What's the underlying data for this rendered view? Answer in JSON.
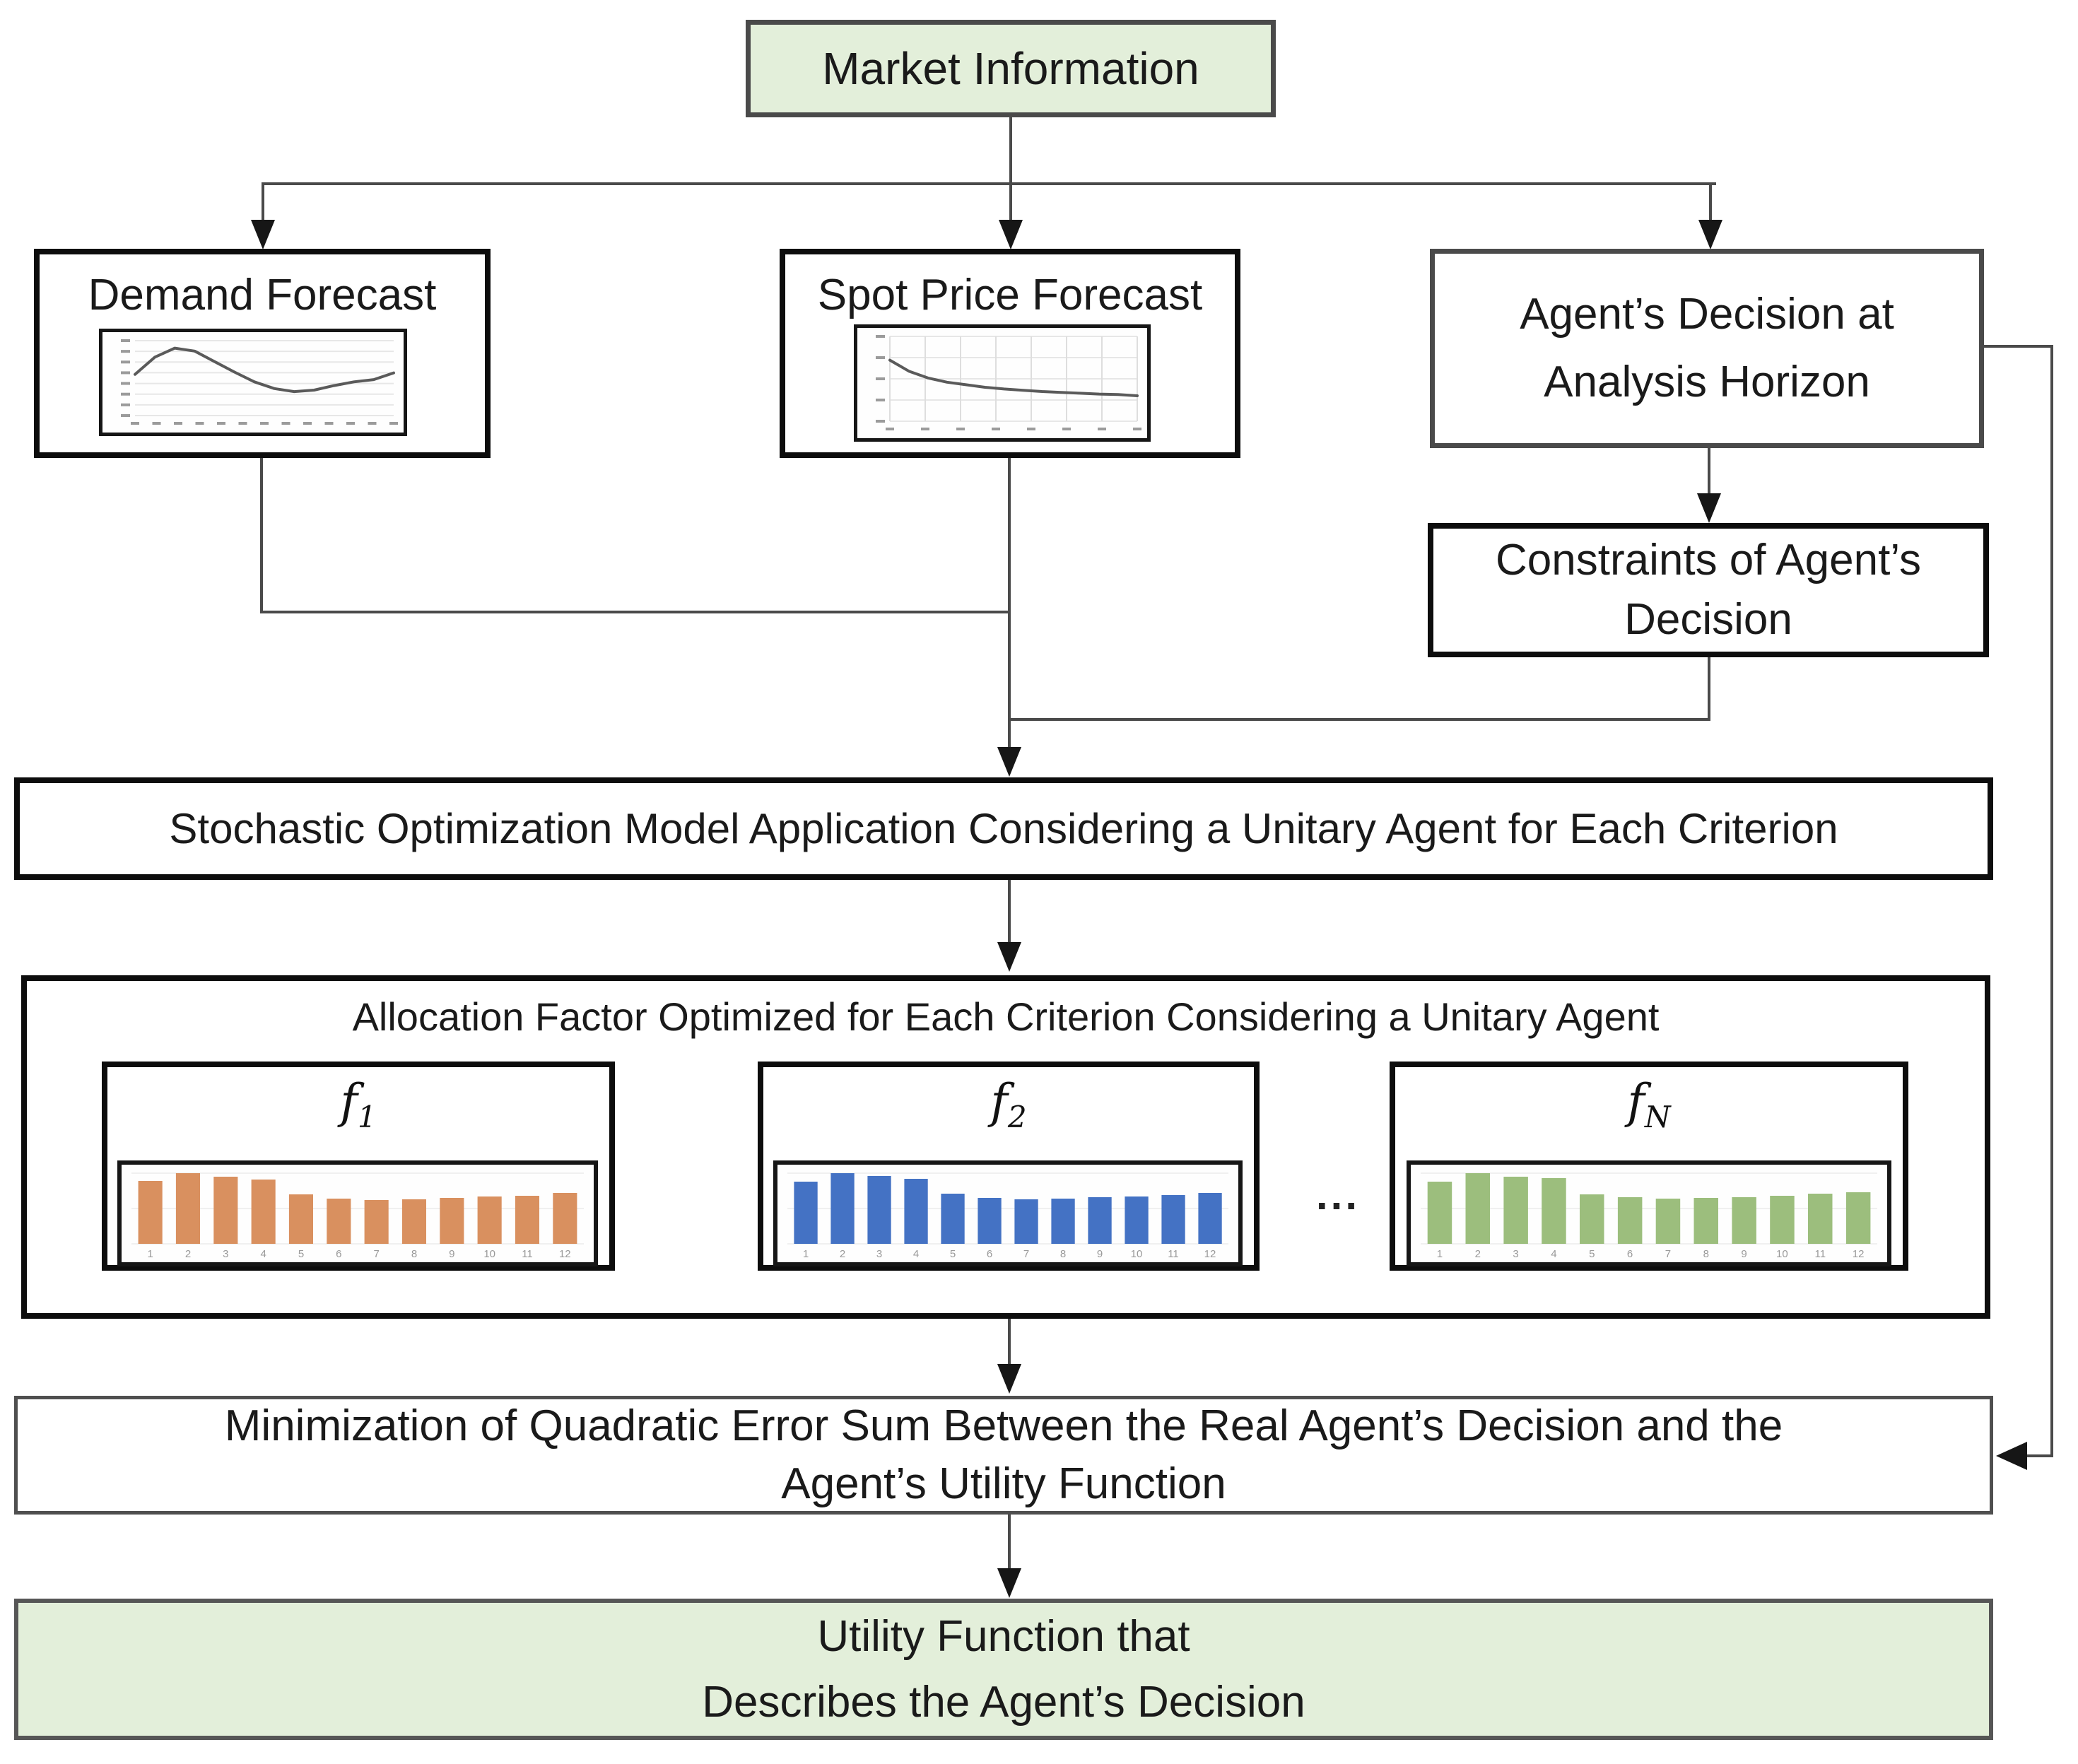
{
  "nodes": {
    "market": "Market Information",
    "demand": "Demand Forecast",
    "spot": "Spot Price Forecast",
    "agents": [
      "Agent’s Decision at",
      "Analysis Horizon"
    ],
    "constraints": [
      "Constraints of Agent’s",
      "Decision"
    ],
    "stochastic": "Stochastic Optimization Model Application Considering a Unitary Agent for Each Criterion",
    "allocation_title": "Allocation Factor Optimized for Each Criterion Considering a Unitary Agent",
    "minimization": [
      "Minimization of Quadratic Error Sum Between the Real Agent’s Decision and the",
      "Agent’s Utility Function"
    ],
    "utility": [
      "Utility Function that",
      "Describes the Agent’s Decision"
    ],
    "ellipsis": "...",
    "f_labels": [
      {
        "base": "f",
        "sub": "1"
      },
      {
        "base": "f",
        "sub": "2"
      },
      {
        "base": "f",
        "sub": "N"
      }
    ]
  },
  "colors": {
    "green_fill": "#e3efda",
    "bar_orange": "#D9905F",
    "bar_blue": "#4472C4",
    "bar_green": "#9CBE7D",
    "line_stroke": "#5a5a5a"
  },
  "chart_data": [
    {
      "type": "line",
      "title": "Demand Forecast",
      "values": [
        55,
        78,
        90,
        86,
        72,
        58,
        45,
        36,
        32,
        34,
        40,
        45,
        48,
        57
      ],
      "ymax": 100,
      "ylim": [
        0,
        100
      ],
      "h_grid": 7,
      "v_grid": 0,
      "xticks": 13,
      "legend": "none",
      "grid": "horizontal"
    },
    {
      "type": "line",
      "title": "Spot Price Forecast",
      "values": [
        72,
        59,
        51,
        46,
        43,
        40,
        38,
        36.5,
        35,
        34,
        33,
        32,
        31.5,
        30
      ],
      "ymax": 100,
      "ylim": [
        0,
        100
      ],
      "h_grid": 4,
      "v_grid": 7,
      "xticks": 8,
      "legend": "none",
      "grid": "both"
    },
    {
      "type": "bar",
      "title": "f1 allocation factor",
      "categories": [
        "1",
        "2",
        "3",
        "4",
        "5",
        "6",
        "7",
        "8",
        "9",
        "10",
        "11",
        "12"
      ],
      "values": [
        89,
        100,
        95,
        91,
        70,
        64,
        62,
        63,
        65,
        67,
        68,
        72
      ],
      "ymax": 100,
      "color": "#D9905F"
    },
    {
      "type": "bar",
      "title": "f2 allocation factor",
      "categories": [
        "1",
        "2",
        "3",
        "4",
        "5",
        "6",
        "7",
        "8",
        "9",
        "10",
        "11",
        "12"
      ],
      "values": [
        88,
        100,
        96,
        92,
        71,
        65,
        63,
        64,
        66,
        67,
        69,
        72
      ],
      "ymax": 100,
      "color": "#4472C4"
    },
    {
      "type": "bar",
      "title": "fN allocation factor",
      "categories": [
        "1",
        "2",
        "3",
        "4",
        "5",
        "6",
        "7",
        "8",
        "9",
        "10",
        "11",
        "12"
      ],
      "values": [
        88,
        100,
        95,
        93,
        70,
        66,
        64,
        65,
        66,
        68,
        71,
        73
      ],
      "ymax": 100,
      "color": "#9CBE7D"
    }
  ]
}
